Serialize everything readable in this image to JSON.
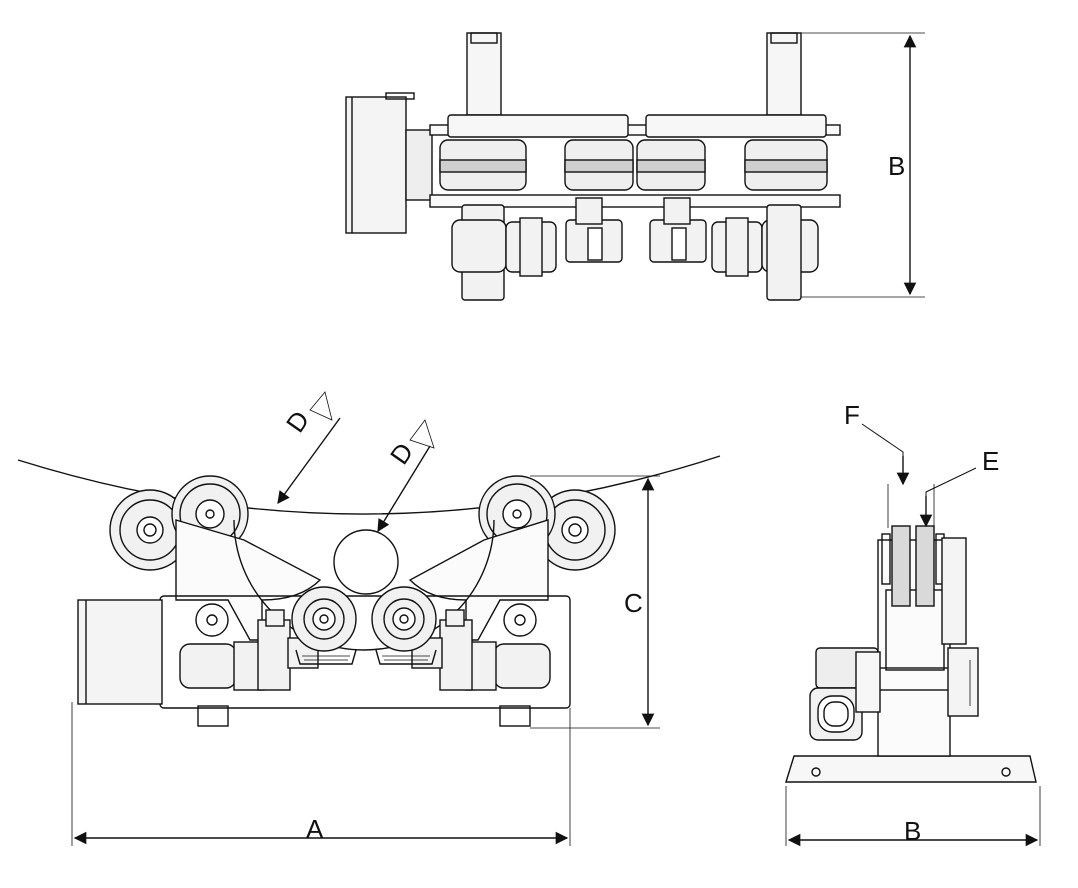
{
  "dimension_labels": {
    "top_height": "B",
    "front_width": "A",
    "front_height": "C",
    "pipe_diameter_large": "D",
    "pipe_diameter_small": "D",
    "side_width": "B",
    "flange_e": "E",
    "flange_f": "F"
  },
  "colors": {
    "line": "#111111",
    "part_fill": "#f2f2f2",
    "dark_fill": "#d6d6d6"
  }
}
